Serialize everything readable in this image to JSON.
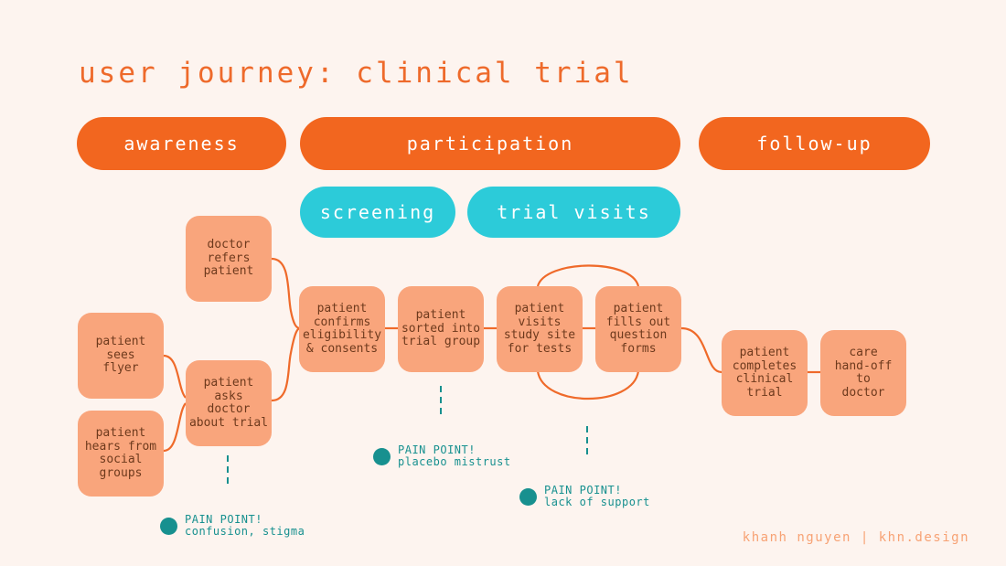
{
  "title": "user journey: clinical trial",
  "phases": {
    "awareness": "awareness",
    "participation": "participation",
    "followup": "follow-up"
  },
  "subphases": {
    "screening": "screening",
    "trial_visits": "trial visits"
  },
  "steps": {
    "doctor_refers": "doctor\nrefers\npatient",
    "sees_flyer": "patient\nsees\nflyer",
    "hears_social": "patient\nhears from\nsocial\ngroups",
    "asks_doctor": "patient\nasks\ndoctor\nabout trial",
    "confirms": "patient\nconfirms\neligibility\n& consents",
    "sorted": "patient\nsorted into\ntrial group",
    "visits": "patient\nvisits\nstudy site\nfor tests",
    "fills": "patient\nfills out\nquestion\nforms",
    "completes": "patient\ncompletes\nclinical\ntrial",
    "handoff": "care\nhand-off\nto\ndoctor"
  },
  "pain_points": {
    "confusion": {
      "heading": "PAIN POINT!",
      "detail": "confusion, stigma"
    },
    "placebo": {
      "heading": "PAIN POINT!",
      "detail": "placebo mistrust"
    },
    "support": {
      "heading": "PAIN POINT!",
      "detail": "lack of support"
    }
  },
  "footer": "khanh nguyen | khn.design",
  "colors": {
    "phase": "#f2661f",
    "subphase": "#2ccbd9",
    "step": "#f9a57c",
    "pain_point": "#17908f",
    "background": "#fdf4ef"
  }
}
